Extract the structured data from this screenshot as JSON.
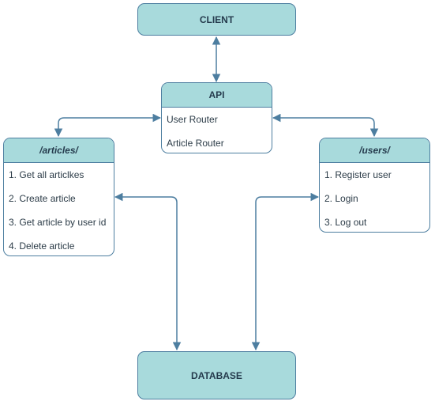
{
  "colors": {
    "fill": "#a8dadc",
    "stroke": "#4d7ea0",
    "text": "#253b4d"
  },
  "client": {
    "title": "CLIENT"
  },
  "api": {
    "title": "API",
    "items": [
      "User Router",
      "Article Router"
    ]
  },
  "articles": {
    "title": "/articles/",
    "items": [
      "1. Get all articlkes",
      "2. Create article",
      "3. Get article by user id",
      "4. Delete article"
    ]
  },
  "users": {
    "title": "/users/",
    "items": [
      "1. Register user",
      "2. Login",
      "3. Log out"
    ]
  },
  "database": {
    "title": "DATABASE"
  }
}
